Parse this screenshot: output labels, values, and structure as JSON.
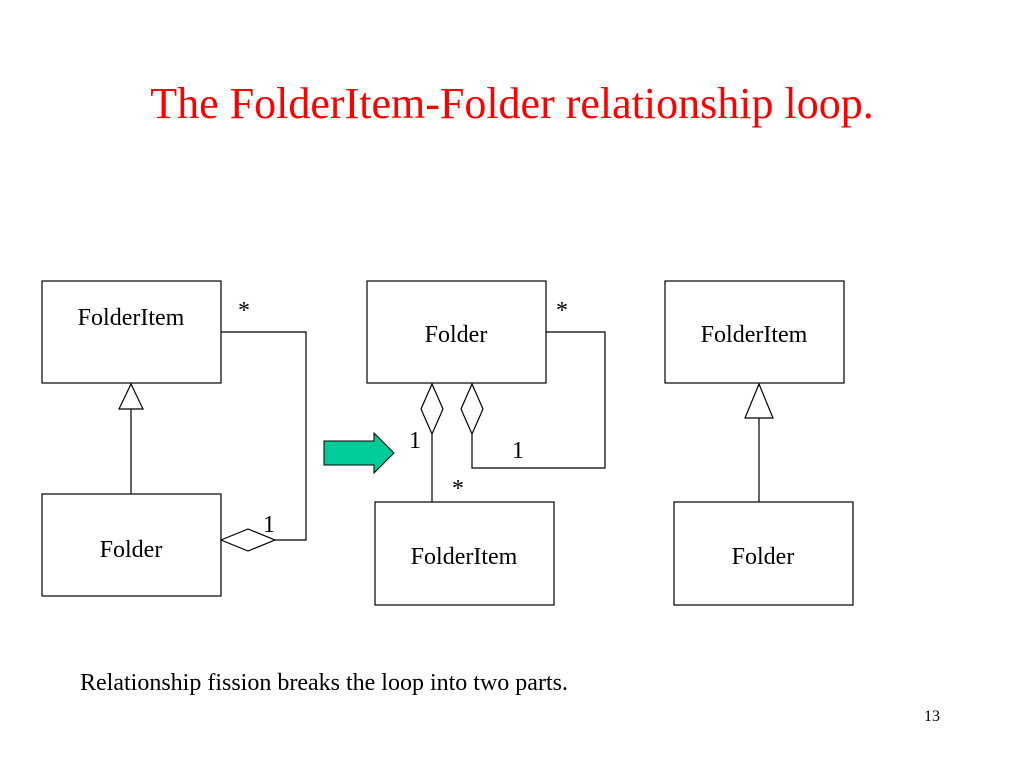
{
  "slide": {
    "title": "The FolderItem-Folder relationship loop.",
    "caption": "Relationship fission breaks the loop into two parts.",
    "number": "13"
  },
  "diagram_left": {
    "folderitem_label": "FolderItem",
    "folder_label": "Folder",
    "mult_many": "*",
    "mult_one": "1"
  },
  "diagram_middle": {
    "folder_label": "Folder",
    "folderitem_label": "FolderItem",
    "mult_top": "*",
    "mult_one_left": "1",
    "mult_one_right": "1",
    "mult_many_bottom": "*"
  },
  "diagram_right": {
    "folderitem_label": "FolderItem",
    "folder_label": "Folder"
  },
  "colors": {
    "title": "#ff0000",
    "arrow_fill": "#00cc99",
    "lines": "#000000"
  }
}
